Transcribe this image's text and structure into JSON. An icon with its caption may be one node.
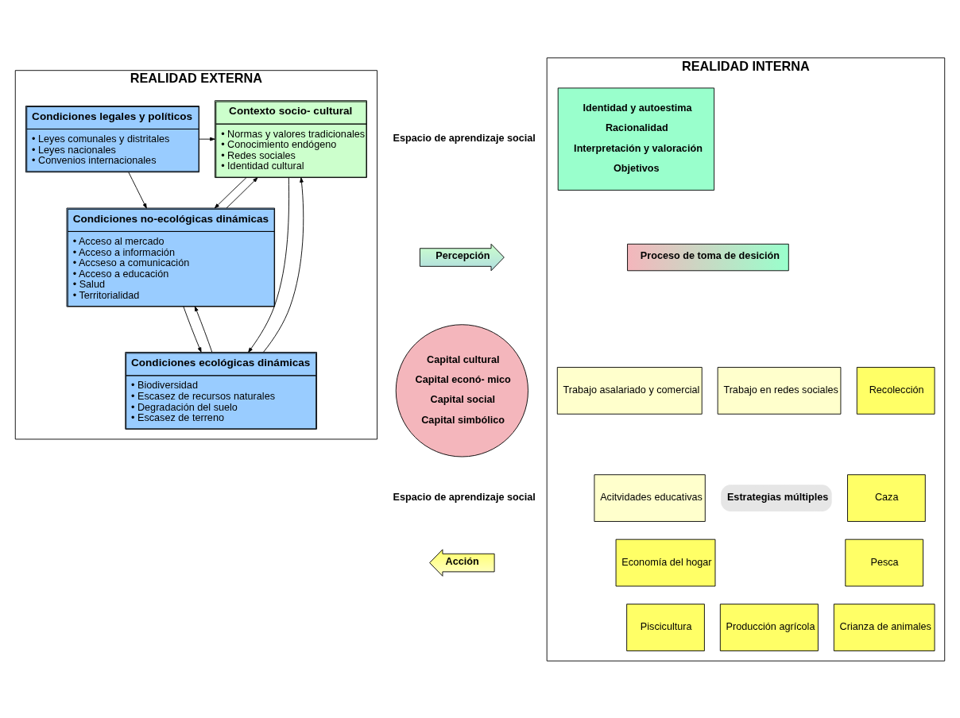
{
  "diagram": {
    "nodes": [
      {
        "text": [
          "REALIDAD EXTERNA"
        ]
      },
      {
        "text": [
          "REALIDAD INTERNA"
        ]
      },
      {
        "text": [
          "Condiciones legales y políticos",
          "• Leyes comunales y distritales",
          "• Leyes nacionales",
          "• Convenios internacionales"
        ],
        "in": 0
      },
      {
        "text": [
          "Contexto socio- cultural",
          "• Normas y valores tradicionales",
          "• Conocimiento endógeno",
          "• Redes sociales",
          "• Identidad cultural"
        ],
        "in": 0
      },
      {
        "text": [
          "Condiciones no-ecológicas dinámicas",
          "• Acceso al mercado",
          "• Acceso a información",
          "• Accseso a comunicación",
          "• Acceso a educación",
          "• Salud",
          "• Territorialidad"
        ],
        "in": 0
      },
      {
        "text": [
          "Condiciones ecológicas dinámicas",
          "• Biodiversidad",
          "• Escasez de recursos naturales",
          "• Degradación del suelo",
          "• Escasez de terreno"
        ],
        "in": 0
      },
      {
        "text": [
          "Espacio de aprendizaje social"
        ]
      },
      {
        "text": [
          "Percepción"
        ]
      },
      {
        "text": [
          "Capital cultural",
          "Capital econó- mico",
          "Capital social",
          "Capital simbólico"
        ]
      },
      {
        "text": [
          "Espacio de aprendizaje social"
        ]
      },
      {
        "text": [
          "Acción"
        ]
      },
      {
        "text": [
          "Identidad y autoestima",
          "Racionalidad",
          "Interpretación y valoración",
          "Objetivos"
        ],
        "in": 1
      },
      {
        "text": [
          "Proceso de toma de desición"
        ],
        "in": 1
      },
      {
        "text": [
          "Trabajo asalariado y comercial"
        ],
        "in": 1
      },
      {
        "text": [
          "Trabajo en redes sociales"
        ],
        "in": 1
      },
      {
        "text": [
          "Recolección"
        ],
        "in": 1
      },
      {
        "text": [
          "Caza"
        ],
        "in": 1
      },
      {
        "text": [
          "Acitvidades educativas"
        ],
        "in": 1
      },
      {
        "text": [
          "Estrategias múltiples"
        ],
        "in": 1
      },
      {
        "text": [
          "Economía del hogar"
        ],
        "in": 1
      },
      {
        "text": [
          "Pesca"
        ],
        "in": 1
      },
      {
        "text": [
          "Piscicultura"
        ],
        "in": 1
      },
      {
        "text": [
          "Producción agrícola"
        ],
        "in": 1
      },
      {
        "text": [
          "Crianza de animales"
        ],
        "in": 1
      }
    ],
    "edges": [
      {
        "from": 2,
        "to": 3,
        "arrow": "to"
      },
      {
        "from": 2,
        "to": 4,
        "arrow": "to"
      },
      {
        "from": 4,
        "to": 3,
        "arrow": "to"
      },
      {
        "from": 3,
        "to": 4,
        "arrow": "to"
      },
      {
        "from": 5,
        "to": 3,
        "arrow": "to"
      },
      {
        "from": 3,
        "to": 5,
        "arrow": "to"
      },
      {
        "from": 5,
        "to": 4,
        "arrow": "to"
      },
      {
        "from": 4,
        "to": 5,
        "arrow": "to"
      }
    ]
  }
}
